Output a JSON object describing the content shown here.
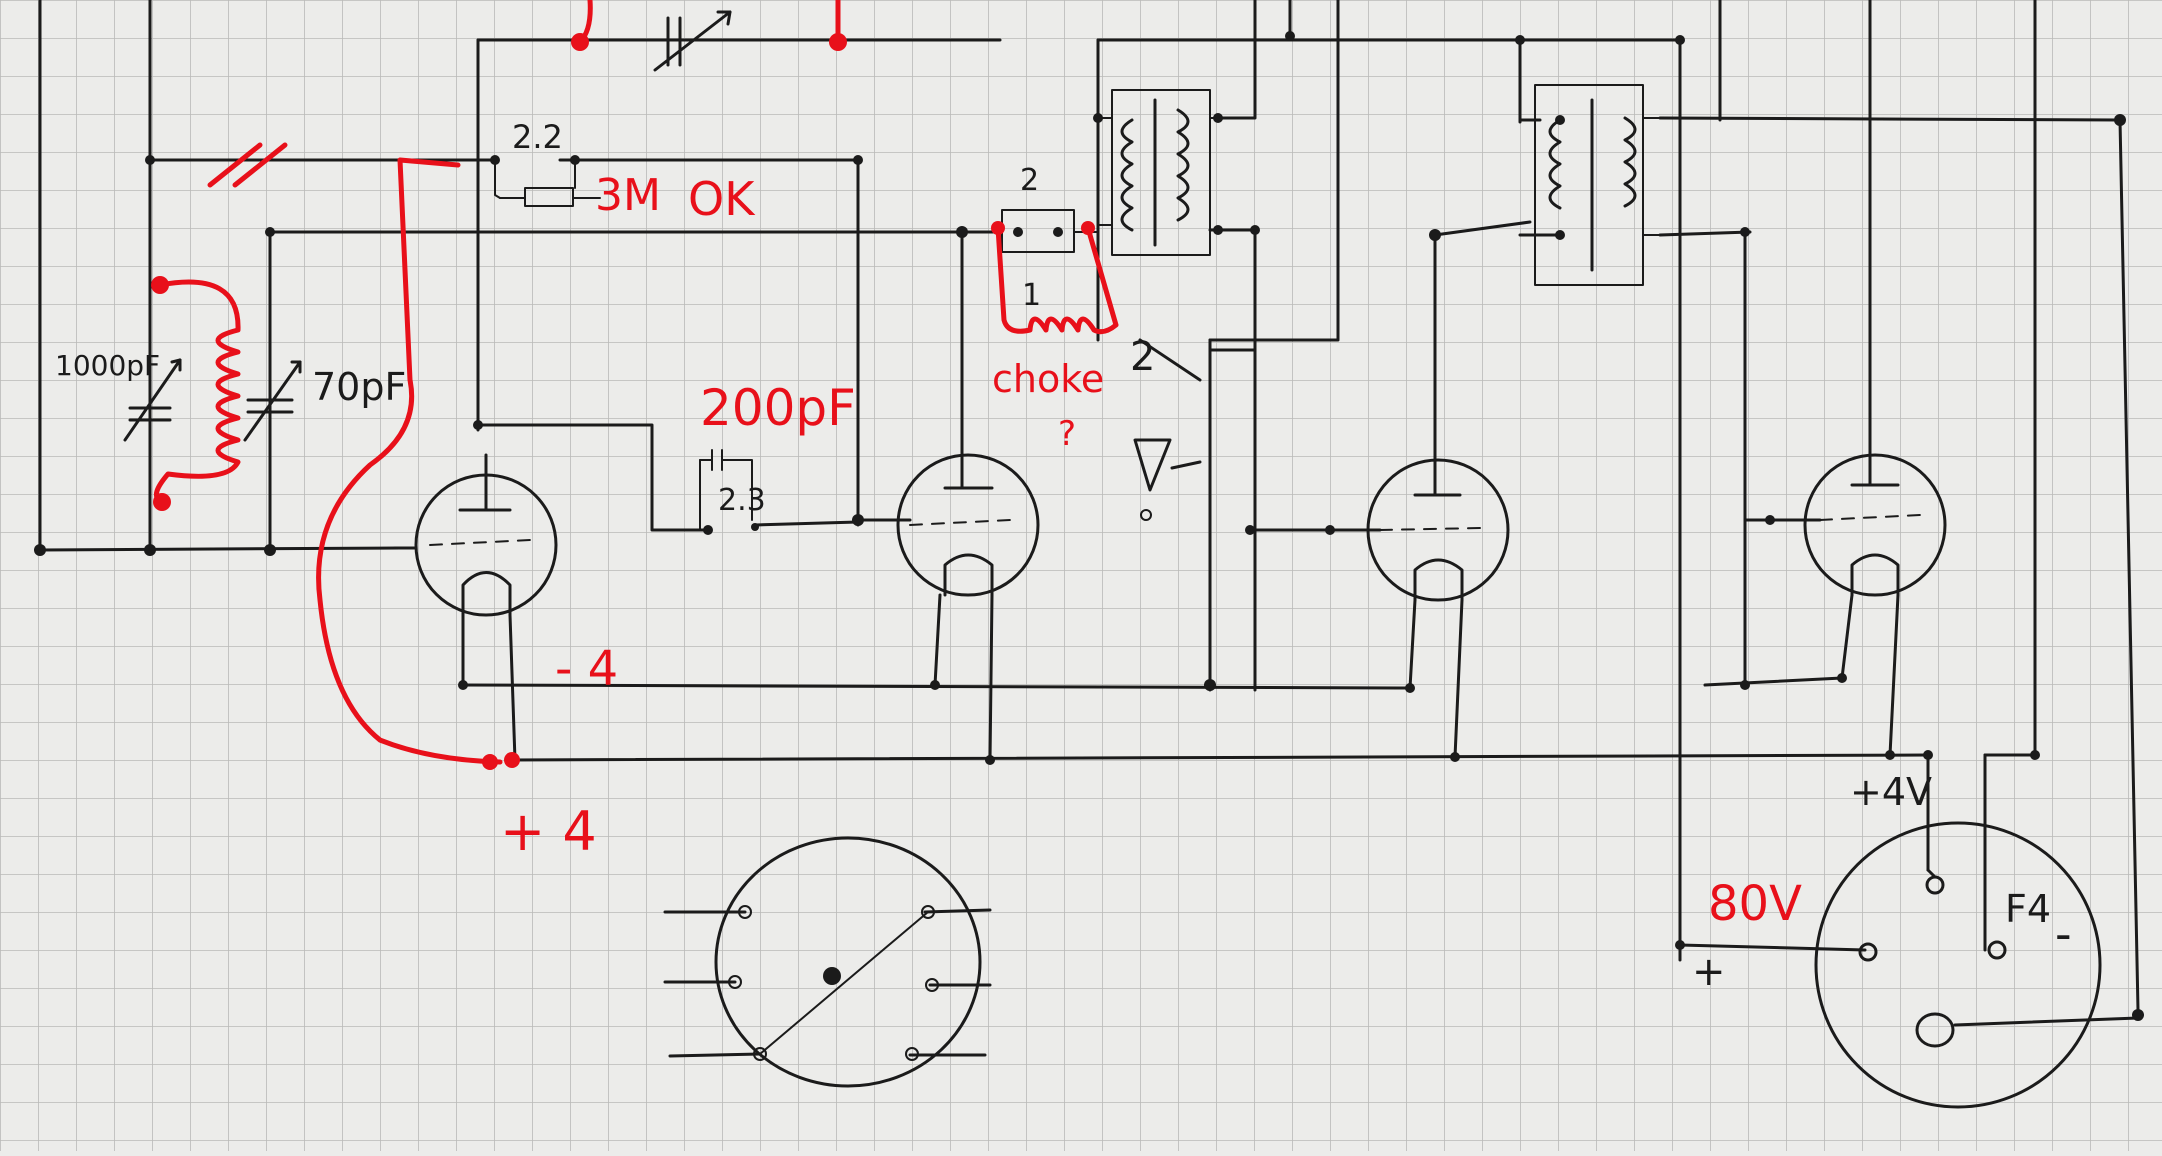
{
  "labels": {
    "r_main": "3M",
    "r_ok": "OK",
    "cap_200": "200pF",
    "cap_1000": "1000pF",
    "cap_70": "70pF",
    "choke": "choke",
    "choke_q": "?",
    "neg4": "- 4",
    "pos4": "+ 4",
    "pos4v": "+4V",
    "v80": "80V",
    "plus": "+",
    "minus": "-",
    "f4": "F4",
    "n22": "2.2",
    "n23": "2.3",
    "n2a": "2",
    "n1": "1",
    "n2b": "2"
  },
  "colors": {
    "paper": "#ececea",
    "grid": "#b9b9b7",
    "ink": "#1b1b1b",
    "red": "#e8101a"
  }
}
